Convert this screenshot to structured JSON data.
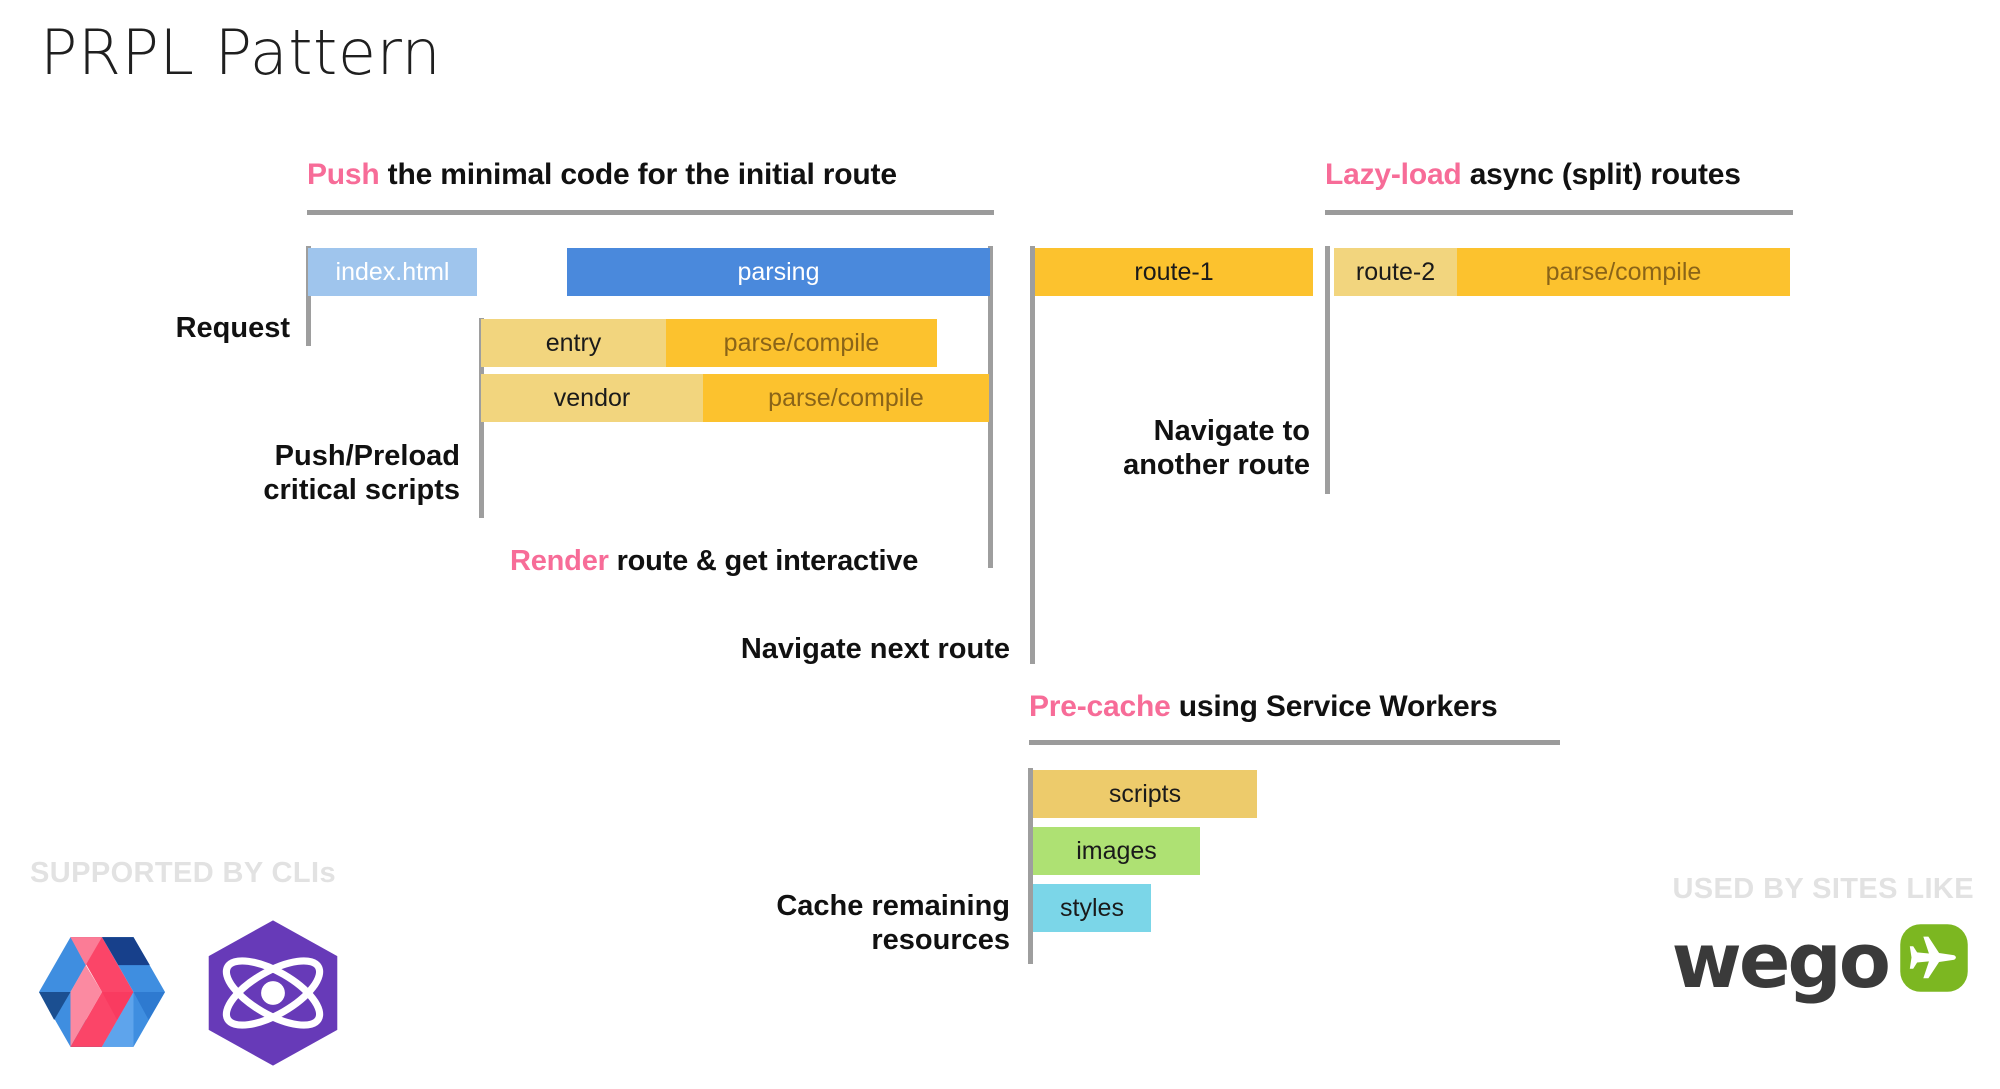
{
  "title": "PRPL Pattern",
  "accent_pink": "#F76C98",
  "sections": {
    "push": {
      "keyword": "Push",
      "rest": " the minimal code for the initial route"
    },
    "lazy": {
      "keyword": "Lazy-load",
      "rest": " async (split) routes"
    },
    "precache": {
      "keyword": "Pre-cache",
      "rest": " using Service Workers"
    }
  },
  "labels": {
    "request": "Request",
    "push_preload": "Push/Preload\ncritical scripts",
    "render_keyword": "Render",
    "render_rest": " route & get interactive",
    "navigate_next": "Navigate next route",
    "navigate_another": "Navigate to\nanother route",
    "cache_remaining": "Cache remaining\nresources"
  },
  "bars": {
    "index_html": {
      "label": "index.html",
      "color": "#9FC5ED"
    },
    "parsing": {
      "label": "parsing",
      "color": "#4A89DC"
    },
    "entry": {
      "label": "entry",
      "parse_label": "parse/compile",
      "color": "#F2D57E",
      "parse_color": "#FCC22E"
    },
    "vendor": {
      "label": "vendor",
      "parse_label": "parse/compile",
      "color": "#F2D57E",
      "parse_color": "#FCC22E"
    },
    "route1": {
      "label": "route-1",
      "color": "#FCC22E"
    },
    "route2": {
      "label": "route-2",
      "parse_label": "parse/compile",
      "color": "#F2D57E",
      "parse_color": "#FCC22E"
    },
    "scripts": {
      "label": "scripts",
      "color": "#EDCB6B"
    },
    "images": {
      "label": "images",
      "color": "#AEE173"
    },
    "styles": {
      "label": "styles",
      "color": "#7BD6E8"
    }
  },
  "footer": {
    "supported_by": "SUPPORTED BY CLIs",
    "used_by": "USED BY SITES LIKE",
    "logos": {
      "polymer": "polymer-logo",
      "preact": "preact-logo",
      "wego": "wego",
      "wego_icon": "airplane-icon"
    }
  }
}
